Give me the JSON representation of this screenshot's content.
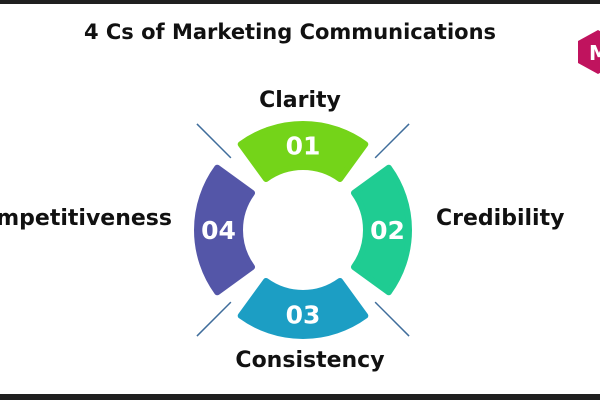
{
  "title": "4 Cs of Marketing Communications",
  "logo": {
    "letter": "M",
    "color": "#c0135e"
  },
  "segments": [
    {
      "number": "01",
      "label": "Clarity",
      "color": "#74d419"
    },
    {
      "number": "02",
      "label": "Credibility",
      "color": "#1fcc92"
    },
    {
      "number": "03",
      "label": "Consistency",
      "color": "#1c9ec4"
    },
    {
      "number": "04",
      "label": "Competitiveness",
      "color": "#5456a8"
    }
  ],
  "line_color": "#3f6d9b"
}
